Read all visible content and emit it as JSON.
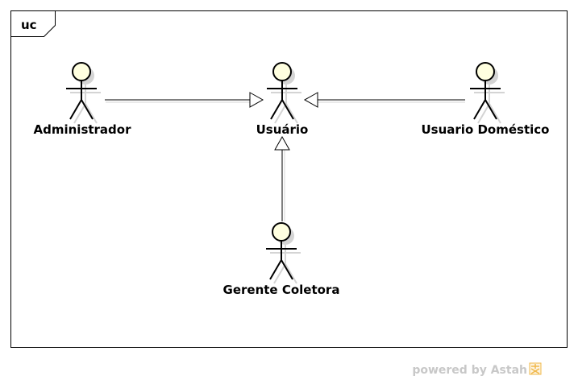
{
  "diagram": {
    "frame_tag": "uc",
    "actors": [
      {
        "id": "administrador",
        "name": "Administrador"
      },
      {
        "id": "usuario",
        "name": "Usuário"
      },
      {
        "id": "usuario-domestico",
        "name": "Usuario Doméstico"
      },
      {
        "id": "gerente-coletora",
        "name": "Gerente Coletora"
      }
    ],
    "generalizations": [
      {
        "from": "administrador",
        "to": "usuario"
      },
      {
        "from": "usuario-domestico",
        "to": "usuario"
      },
      {
        "from": "gerente-coletora",
        "to": "usuario"
      }
    ]
  },
  "footer": {
    "watermark": "powered by Astah"
  },
  "colors": {
    "actor_head_fill": "#ffffe0",
    "shadow": "#d4d4d4",
    "line": "#000000",
    "watermark_text": "#c8c8c8",
    "astah_logo": "#f0b84a"
  }
}
